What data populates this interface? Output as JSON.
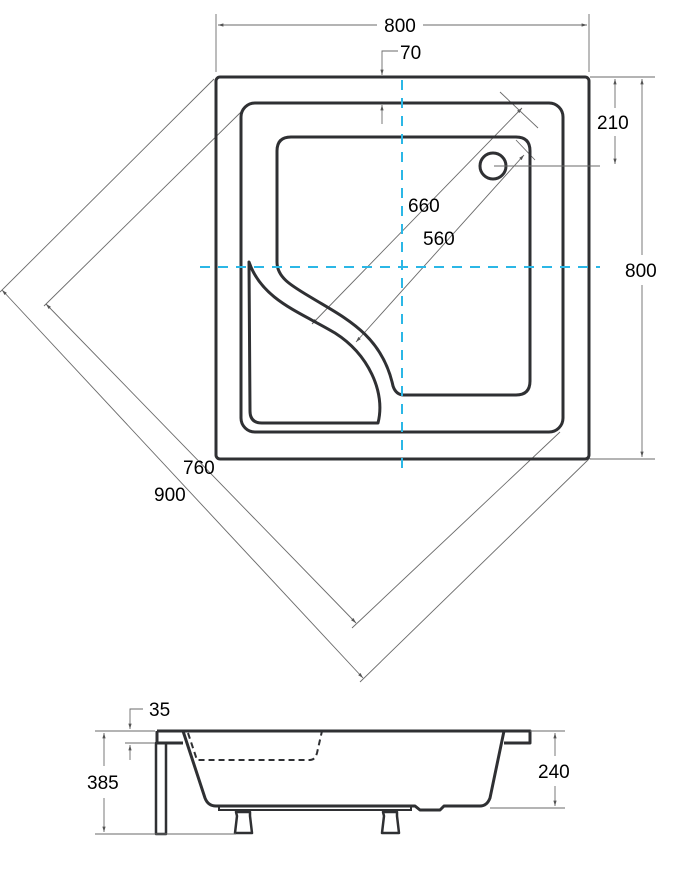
{
  "top_view": {
    "width_label": "800",
    "rim_label": "70",
    "drain_offset_label": "210",
    "depth_label": "800",
    "inner_diag_label": "660",
    "drain_diag_label": "560",
    "diag_760_label": "760",
    "diag_900_label": "900"
  },
  "side_view": {
    "rim_thickness_label": "35",
    "total_height_label": "385",
    "tub_height_label": "240"
  },
  "colors": {
    "outline": "#2f3033",
    "axis": "#2bb7e6",
    "dimension": "#6a6a6a"
  }
}
